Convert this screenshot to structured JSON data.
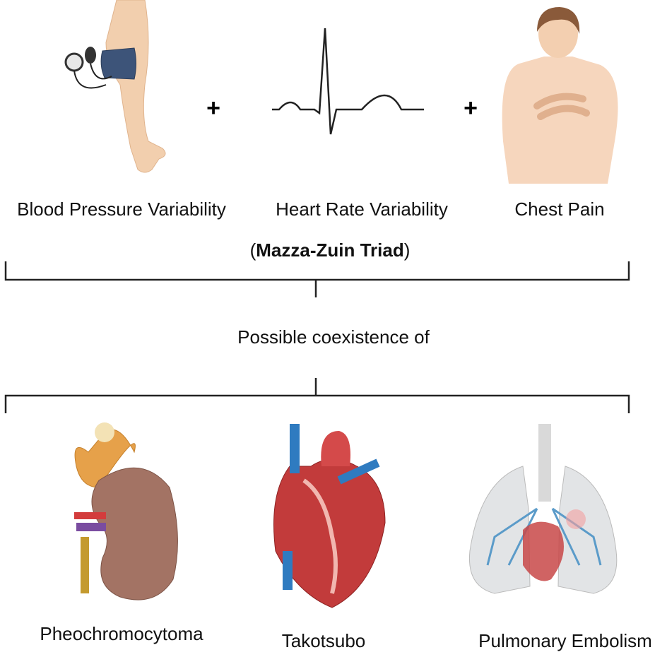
{
  "top": {
    "items": [
      {
        "label": "Blood Pressure Variability",
        "icon": "blood-pressure-cuff-arm"
      },
      {
        "label": "Heart Rate Variability",
        "icon": "ecg-waveform"
      },
      {
        "label": "Chest Pain",
        "icon": "person-chest-pain"
      }
    ],
    "plus": "+",
    "triad_open": "(",
    "triad_name": "Mazza-Zuin Triad",
    "triad_close": ")"
  },
  "middle": {
    "text": "Possible coexistence of"
  },
  "bottom": {
    "items": [
      {
        "label": "Pheochromocytoma",
        "icon": "adrenal-kidney"
      },
      {
        "label": "Takotsubo",
        "icon": "heart"
      },
      {
        "label": "Pulmonary Embolism",
        "icon": "lungs-heart"
      }
    ]
  }
}
